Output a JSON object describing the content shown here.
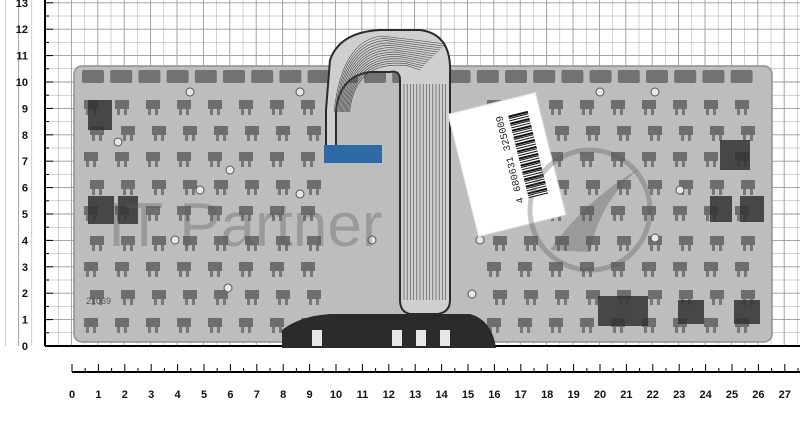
{
  "ruler": {
    "x_ticks": [
      "0",
      "1",
      "2",
      "3",
      "4",
      "5",
      "6",
      "7",
      "8",
      "9",
      "10",
      "11",
      "12",
      "13",
      "14",
      "15",
      "16",
      "17",
      "18",
      "19",
      "20",
      "21",
      "22",
      "23",
      "24",
      "25",
      "26",
      "27"
    ],
    "y_ticks": [
      "0",
      "1",
      "2",
      "3",
      "4",
      "5",
      "6",
      "7",
      "8",
      "9",
      "10",
      "11",
      "12",
      "13"
    ]
  },
  "watermark": {
    "text": "IT Partner"
  },
  "sticker": {
    "code": "4 680631 325009"
  },
  "part_marking": "21069",
  "colors": {
    "grid": "#9a9a9a",
    "board": "#bdbdbd",
    "key_cutout": "#5a5a5a",
    "cable": "#2b2b2b",
    "connector_tab": "#2e6aa6",
    "sticker": "#ffffff"
  }
}
